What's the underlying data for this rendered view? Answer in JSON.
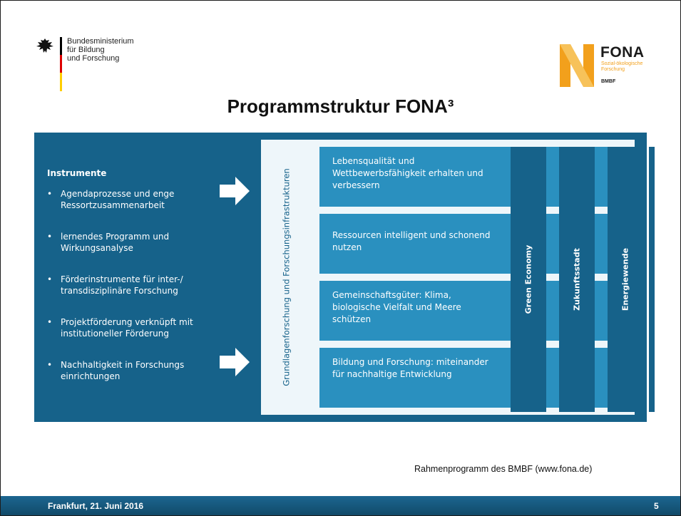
{
  "header": {
    "ministry_lines": [
      "Bundesministerium",
      "für Bildung",
      "und Forschung"
    ],
    "fona_name": "FONA",
    "fona_sub_lines": [
      "Sozial-ökologische",
      "Forschung"
    ],
    "fona_org": "BMBF"
  },
  "title": "Programmstruktur FONA³",
  "diagram": {
    "instruments_heading": "Instrumente",
    "instruments": [
      "Agendaprozesse und enge Ressortzusammenarbeit",
      "lernendes Programm und Wirkungsanalyse",
      "Förderinstrumente für inter-/ transdisziplinäre Forschung",
      "Projektförderung verknüpft mit institutioneller Förderung",
      "Nachhaltigkeit in Forschungs einrichtungen"
    ],
    "vertical_label": "Grundlagenforschung und Forschungsinfrastrukturen",
    "rows": [
      "Lebensqualität und Wettbewerbsfähigkeit erhalten und verbessern",
      "Ressourcen intelligent und schonend nutzen",
      "Gemeinschaftsgüter: Klima, biologische Vielfalt und Meere schützen",
      "Bildung und Forschung: miteinander für nachhaltige Entwicklung"
    ],
    "columns": [
      "Green Economy",
      "Zukunftsstadt",
      "Energiewende"
    ]
  },
  "caption": "Rahmenprogramm des BMBF (www.fona.de)",
  "footer": {
    "date": "Frankfurt, 21. Juni 2016",
    "page": "5"
  },
  "colors": {
    "diagram_bg": "#16628a",
    "row_bg": "#2a90bf",
    "panel_bg": "#eef6fa",
    "fona_orange": "#f2a01c",
    "footer_bg": "#16628a"
  }
}
